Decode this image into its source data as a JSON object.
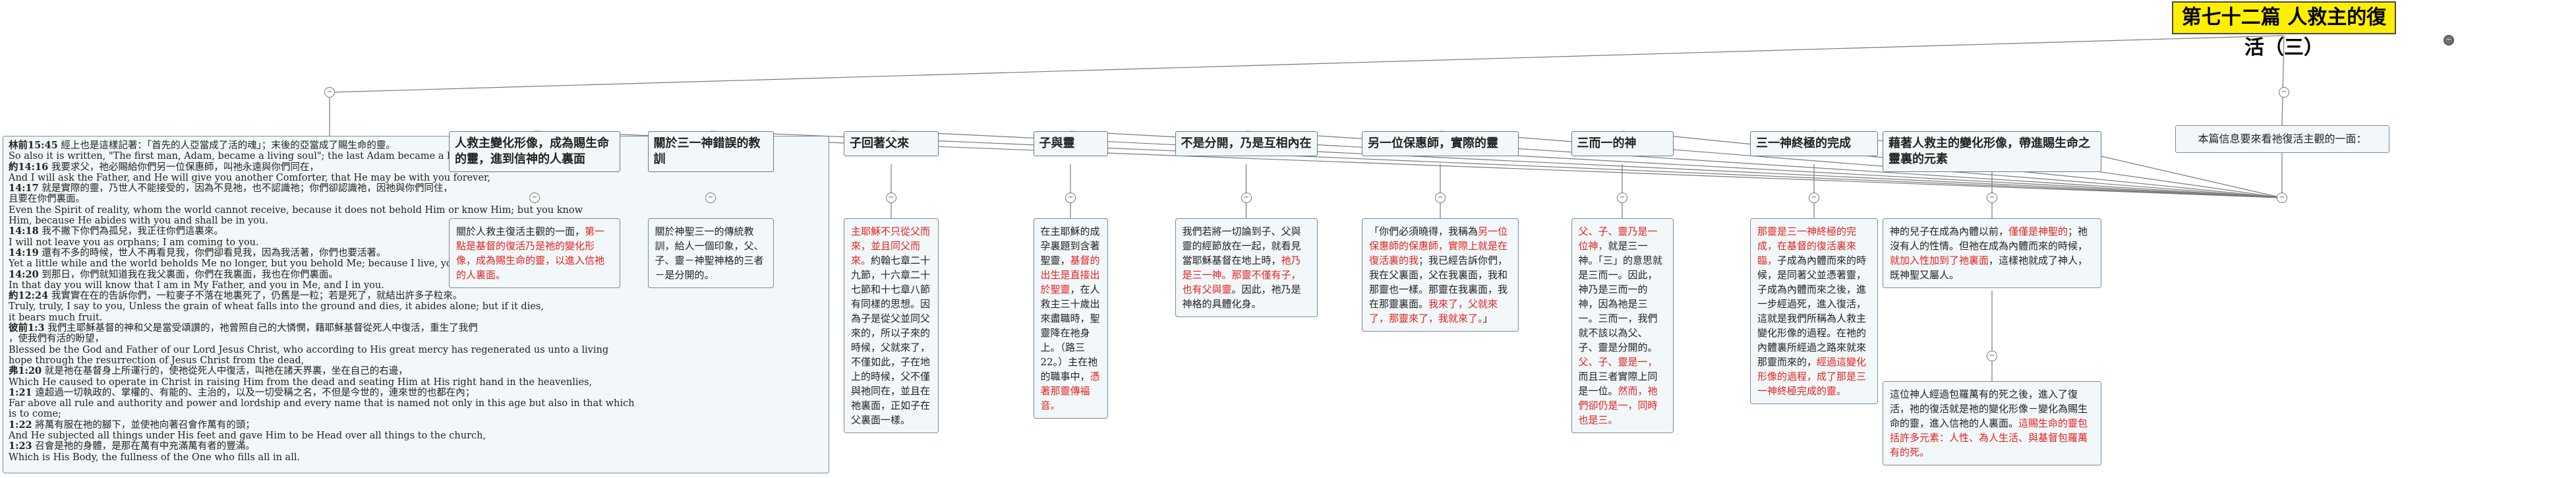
{
  "title": "第七十二篇 人救主的復活（三）",
  "subtitle": "本篇信息要來看祂復活主觀的一面：",
  "scripture": [
    {
      "ref": "林前15:45",
      "text": "經上也是這樣記著：「首先的人亞當成了活的魂」；末後的亞當成了賜生命的靈。"
    },
    {
      "ref": "",
      "text": "So also it is written, \"The first man, Adam, became a living soul\"; the last Adam became a life-giving Spirit."
    },
    {
      "ref": "約14:16",
      "text": "我要求父，祂必賜給你們另一位保惠師，叫祂永遠與你們同在，"
    },
    {
      "ref": "",
      "text": "And I will ask the Father, and He will give you another Comforter, that He may be with you forever,"
    },
    {
      "ref": "14:17",
      "text": "就是實際的靈，乃世人不能接受的，因為不見祂，也不認識祂；你們卻認識祂，因祂與你們同住，"
    },
    {
      "ref": "",
      "text": "且要在你們裏面。"
    },
    {
      "ref": "",
      "text": "Even the Spirit of reality, whom the world cannot receive, because it does not behold Him or know Him; but you know"
    },
    {
      "ref": "",
      "text": "Him, because He abides with you and shall be in you."
    },
    {
      "ref": "14:18",
      "text": "我不撇下你們為孤兒，我正往你們這裏來。"
    },
    {
      "ref": "",
      "text": "I will not leave you as orphans; I am coming to you."
    },
    {
      "ref": "14:19",
      "text": "還有不多的時候，世人不再看見我，你們卻看見我，因為我活著，你們也要活著。"
    },
    {
      "ref": "",
      "text": "Yet a little while and the world beholds Me no longer, but you behold Me; because I live, you also shall live."
    },
    {
      "ref": "14:20",
      "text": "到那日，你們就知道我在我父裏面，你們在我裏面，我也在你們裏面。"
    },
    {
      "ref": "",
      "text": "In that day you will know that I am in My Father, and you in Me, and I in you."
    },
    {
      "ref": "約12:24",
      "text": "我實實在在的告訴你們，一粒麥子不落在地裏死了，仍舊是一粒；若是死了，就結出許多子粒來。"
    },
    {
      "ref": "",
      "text": "Truly, truly, I say to you, Unless the grain of wheat falls into the ground and dies, it abides alone; but if it dies,"
    },
    {
      "ref": "",
      "text": "it bears much fruit."
    },
    {
      "ref": "彼前1:3",
      "text": "我們主耶穌基督的神和父是當受頌讚的，祂曾照自己的大憐憫，藉耶穌基督從死人中復活，重生了我們"
    },
    {
      "ref": "",
      "text": "，使我們有活的盼望，"
    },
    {
      "ref": "",
      "text": "Blessed be the God and Father of our Lord Jesus Christ, who according to His great mercy has regenerated us unto a living"
    },
    {
      "ref": "",
      "text": "hope through the resurrection of Jesus Christ from the dead,"
    },
    {
      "ref": "弗1:20",
      "text": "就是祂在基督身上所運行的，使祂從死人中復活，叫祂在諸天界裏，坐在自己的右邊，"
    },
    {
      "ref": "",
      "text": "Which He caused to operate in Christ in raising Him from the dead and seating Him at His right hand in the heavenlies,"
    },
    {
      "ref": "1:21",
      "text": "遠超過一切執政的、掌權的、有能的、主治的，以及一切受稱之名，不但是今世的，連來世的也都在內；"
    },
    {
      "ref": "",
      "text": "Far above all rule and authority and power and lordship and every name that is named not only in this age but also in that which"
    },
    {
      "ref": "",
      "text": "is to come;"
    },
    {
      "ref": "1:22",
      "text": "將萬有服在祂的腳下，並使祂向著召會作萬有的頭；"
    },
    {
      "ref": "",
      "text": "And He subjected all things under His feet and gave Him to be Head over all things to the church,"
    },
    {
      "ref": "1:23",
      "text": "召會是祂的身體，是那在萬有中充滿萬有者的豐滿。"
    },
    {
      "ref": "",
      "text": "Which is His Body, the fullness of the One who fills all in all."
    }
  ],
  "branches": [
    {
      "title": "人救主變化形像，成為賜生命的靈，進到信神的人裏面",
      "detail": [
        {
          "t": "關於人救主復活主觀的一面，"
        },
        {
          "t": "第一點是基督的復活乃是祂的變化形像，成為賜生命的靈，以進入信祂的人裏面。",
          "red": true
        }
      ]
    },
    {
      "title": "關於三一神錯誤的教訓",
      "detail": [
        {
          "t": "關於神聖三一的傳統教訓，給人一個印象，父、子、靈－神聖神格的三者－是分開的。"
        }
      ]
    },
    {
      "title": "子回著父來",
      "detail": [
        {
          "t": "主耶穌不只從父而來，並且同父而來。",
          "red": true
        },
        {
          "t": "約翰七章二十九節，十六章二十七節和十七章八節有同樣的思想。因為子是從父並同父來的，所以子來的時候，父就來了，不僅如此，子在地上的時候，父不僅與祂同在，並且在祂裏面，正如子在父裏面一樣。"
        }
      ]
    },
    {
      "title": "子與靈",
      "detail": [
        {
          "t": "在主耶穌的成孕裏題到含著聖靈，"
        },
        {
          "t": "基督的出生是直接出於聖靈",
          "red": true
        },
        {
          "t": "，在人救主三十歲出來盡職時，聖靈降在祂身上。（路三22。）主在祂的職事中，"
        },
        {
          "t": "憑著那靈傳福音。",
          "red": true
        }
      ]
    },
    {
      "title": "不是分開，乃是互相內在",
      "detail": [
        {
          "t": "我們若將一切論到子、父與靈的經節放在一起，就看見當耶穌基督在地上時，"
        },
        {
          "t": "祂乃是三一神。那靈不僅有子，也有父與靈",
          "red": true
        },
        {
          "t": "。因此，祂乃是神格的具體化身。"
        }
      ]
    },
    {
      "title": "另一位保惠師，實際的靈",
      "detail": [
        {
          "t": "「你們必須曉得，我稱為"
        },
        {
          "t": "另一位保惠師的保惠師，實際上就是在復活裏的我",
          "red": true
        },
        {
          "t": "；我已經告訴你們，我在父裏面，父在我裏面，我和那靈也一樣。那靈在我裏面，我在那靈裏面。"
        },
        {
          "t": "我來了，父就來了，那靈來了，我就來了。",
          "red": true
        },
        {
          "t": "」"
        }
      ]
    },
    {
      "title": "三而一的神",
      "detail": [
        {
          "t": "父、子、靈乃是一位神，",
          "red": true
        },
        {
          "t": "就是三一神。「三」的意思就是三而一。因此，神乃是三而一的神，因為祂是三一。三而一，我們就不該以為父、子、靈是分開的。"
        },
        {
          "t": "父、子、靈是一，",
          "red": true
        },
        {
          "t": "而且三者實際上同是一位。"
        },
        {
          "t": "然而，祂們卻仍是一，同時也是三。",
          "red": true
        }
      ]
    },
    {
      "title": "三一神終極的完成",
      "detail": [
        {
          "t": "那靈是三一神終極的完成，在基督的復活裏來臨，",
          "red": true
        },
        {
          "t": "子成為內體而來的時候，是同著父並憑著靈，子成為內體而來之後，進一步經過死，進入復活，這就是我們所稱為人救主變化形像的過程。在祂的內體裏所經過之路來就來那靈而來的，"
        },
        {
          "t": "經過這變化形像的過程，成了那是三一神終極完成的靈。",
          "red": true
        }
      ]
    },
    {
      "title": "藉著人救主的變化形像，帶進賜生命之靈裏的元素",
      "detail": [
        {
          "t": "神的兒子在成為內體以前，"
        },
        {
          "t": "僅僅是神聖的",
          "red": true
        },
        {
          "t": "；祂沒有人的性情。但祂在成為內體而來的時候，"
        },
        {
          "t": "就加入性加到了祂裏面",
          "red": true
        },
        {
          "t": "，這樣祂就成了神人，既神聖又屬人。"
        }
      ],
      "detail2": [
        {
          "t": "這位神人經過包羅萬有的死之後，進入了復活，祂的復活就是祂的變化形像－變化為賜生命的靈，進入信祂的人裏面。"
        },
        {
          "t": "這賜生命的靈包括許多元素：人性、為人生活、與基督包羅萬有的死。",
          "red": true
        }
      ]
    }
  ]
}
